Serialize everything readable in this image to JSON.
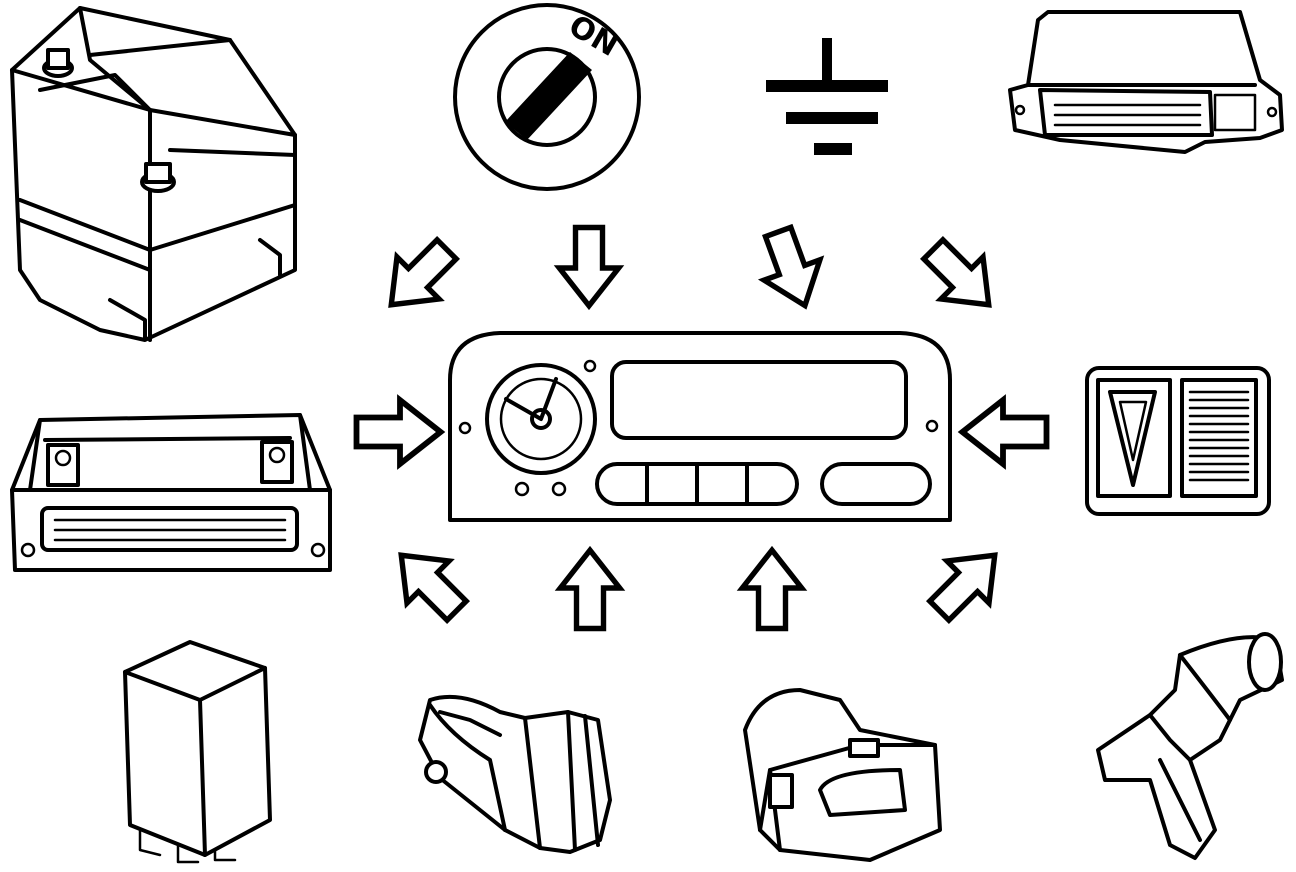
{
  "ignition_switch": {
    "label": "ON"
  },
  "components": [
    "battery",
    "ignition-switch",
    "ground-symbol",
    "control-module-top-right",
    "control-module-left",
    "instrument-cluster",
    "warning-switch",
    "relay",
    "connector-plug",
    "connector-socket",
    "sensor"
  ],
  "arrow_count": 10
}
